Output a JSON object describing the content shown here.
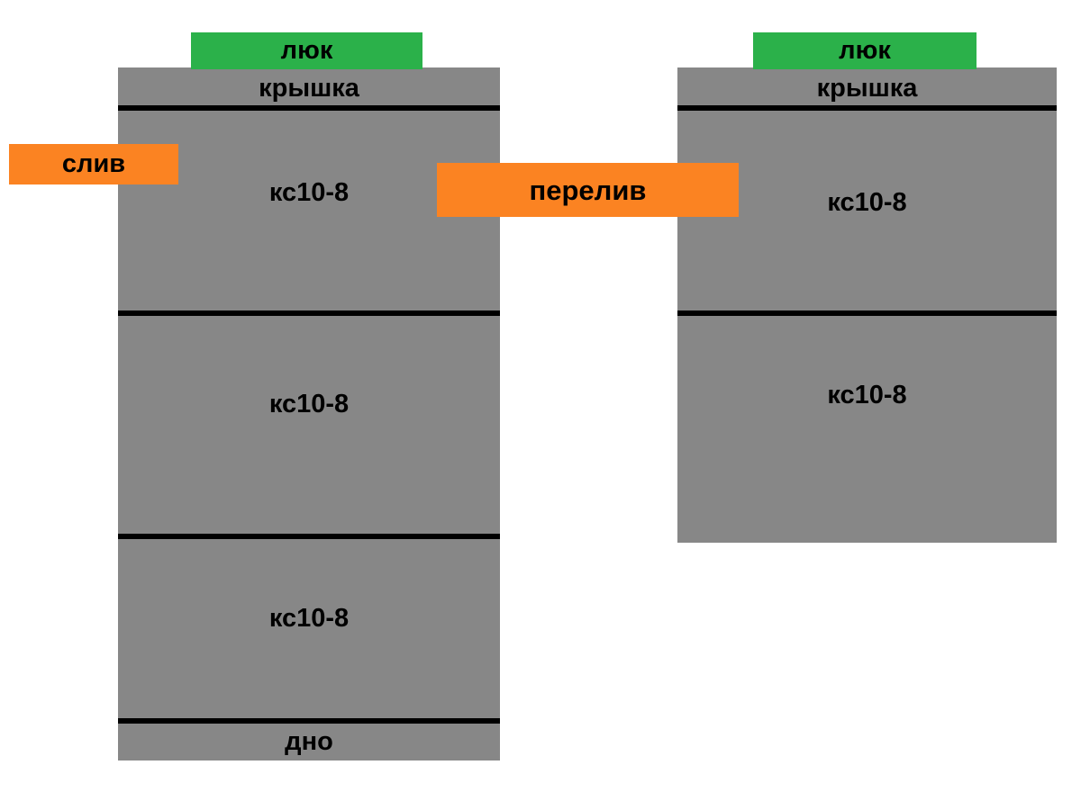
{
  "diagram": {
    "title": "Septic tank cross-section diagram",
    "colors": {
      "concrete_gray": "#878787",
      "hatch_green": "#2BB14A",
      "pipe_orange": "#FB8322",
      "separator_black": "#000000",
      "background_white": "#FFFFFF"
    }
  },
  "left_tank": {
    "hatch_label": "люк",
    "lid_label": "крышка",
    "rings": [
      {
        "label": "кс10-8"
      },
      {
        "label": "кс10-8"
      },
      {
        "label": "кс10-8"
      }
    ],
    "bottom_label": "дно"
  },
  "right_tank": {
    "hatch_label": "люк",
    "lid_label": "крышка",
    "rings": [
      {
        "label": "кс10-8"
      },
      {
        "label": "кс10-8"
      }
    ]
  },
  "pipes": {
    "drain_label": "слив",
    "overflow_label": "перелив"
  }
}
